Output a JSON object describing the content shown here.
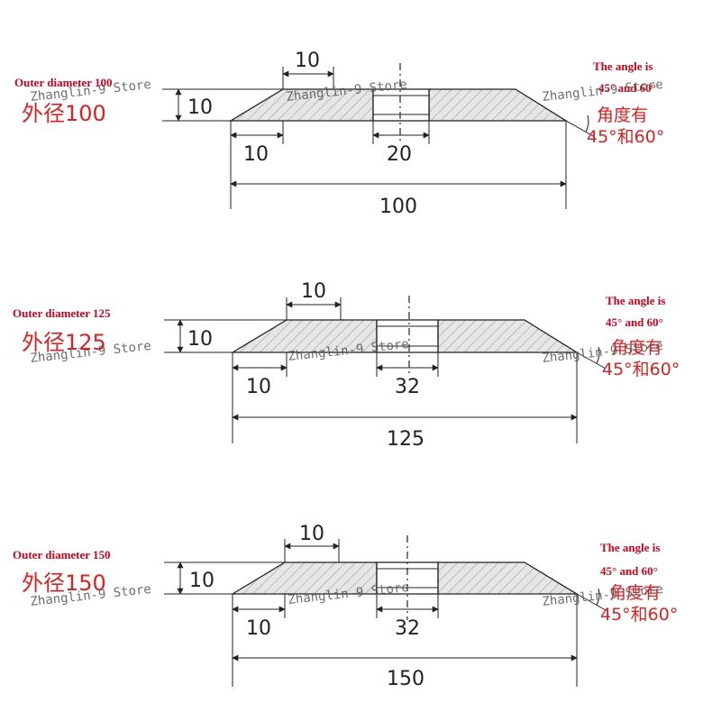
{
  "colors": {
    "ink": "#222222",
    "hatch": "#bbbbbb",
    "body_fill": "#e6e6e6",
    "red_en": "#d0021b",
    "red_cn": "#e02020"
  },
  "watermark": "Zhanglin-9 Store",
  "panels": [
    {
      "en_label": "Outer diameter 100",
      "cn_label": "外径100",
      "thickness": "10",
      "top_width": "10",
      "bevel_width": "10",
      "bore": "20",
      "outer_diameter": "100",
      "angle_en_1": "The angle is",
      "angle_en_2": "45°  and 60°",
      "angle_cn_1": "角度有",
      "angle_cn_2": "45°和60°"
    },
    {
      "en_label": "Outer diameter 125",
      "cn_label": "外径125",
      "thickness": "10",
      "top_width": "10",
      "bevel_width": "10",
      "bore": "32",
      "outer_diameter": "125",
      "angle_en_1": "The angle is",
      "angle_en_2": "45°   and 60°",
      "angle_cn_1": "角度有",
      "angle_cn_2": "45°和60°"
    },
    {
      "en_label": "Outer diameter 150",
      "cn_label": "外径150",
      "thickness": "10",
      "top_width": "10",
      "bevel_width": "10",
      "bore": "32",
      "outer_diameter": "150",
      "angle_en_1": "The angle is",
      "angle_en_2": "45°   and 60°",
      "angle_cn_1": "角度有",
      "angle_cn_2": "45°和60°"
    }
  ]
}
